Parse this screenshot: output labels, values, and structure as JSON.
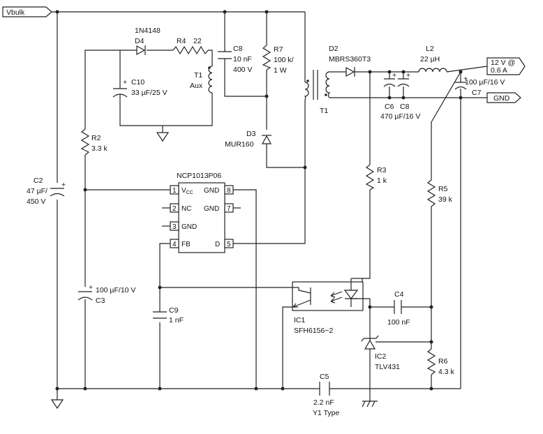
{
  "rails": {
    "vbulk": "Vbulk",
    "out_voltage": "12 V @",
    "out_current": "0.6 A",
    "gnd": "GND"
  },
  "c2": {
    "ref": "C2",
    "value": "47 µF/",
    "rating": "450 V"
  },
  "d4": {
    "part": "1N4148",
    "ref": "D4"
  },
  "r4": {
    "ref": "R4",
    "value": "22"
  },
  "c10": {
    "ref": "C10",
    "value": "33 µF/25 V"
  },
  "t1aux": {
    "ref": "T1",
    "label": "Aux"
  },
  "c8hv": {
    "ref": "C8",
    "value": "10 nF",
    "rating": "400 V"
  },
  "r7": {
    "ref": "R7",
    "value": "100 k/",
    "rating": "1 W"
  },
  "d3": {
    "ref": "D3",
    "part": "MUR160"
  },
  "r2": {
    "ref": "R2",
    "value": "3.3 k"
  },
  "ic": {
    "part": "NCP1013P06",
    "pins": [
      {
        "num": "1",
        "name": "V",
        "sub": "CC"
      },
      {
        "num": "2",
        "name": "NC"
      },
      {
        "num": "3",
        "name": "GND"
      },
      {
        "num": "4",
        "name": "FB"
      },
      {
        "num": "8",
        "name": "GND"
      },
      {
        "num": "7",
        "name": "GND"
      },
      {
        "num": "5",
        "name": "D"
      }
    ]
  },
  "c3": {
    "value": "100 µF/10 V",
    "ref": "C3"
  },
  "c9": {
    "ref": "C9",
    "value": "1 nF"
  },
  "d2": {
    "ref": "D2",
    "part": "MBRS360T3"
  },
  "t1": {
    "ref": "T1"
  },
  "c6": {
    "ref": "C6",
    "ref2": "C8",
    "value": "470 µF/16 V"
  },
  "l2": {
    "ref": "L2",
    "value": "22 µH"
  },
  "c7": {
    "value": "100 µF/16 V",
    "ref": "C7"
  },
  "r3": {
    "ref": "R3",
    "value": "1 k"
  },
  "r5": {
    "ref": "R5",
    "value": "39 k"
  },
  "ic1": {
    "ref": "IC1",
    "part": "SFH6156−2"
  },
  "c4": {
    "ref": "C4",
    "value": "100 nF"
  },
  "ic2": {
    "ref": "IC2",
    "part": "TLV431"
  },
  "r6": {
    "ref": "R6",
    "value": "4.3 k"
  },
  "c5": {
    "ref": "C5",
    "value": "2.2 nF",
    "type": "Y1 Type"
  }
}
